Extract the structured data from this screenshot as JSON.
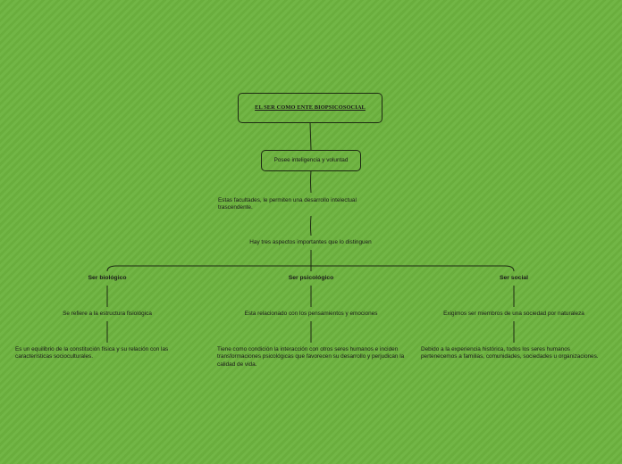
{
  "title": "EL SER COMO ENTE BIOPSICOSOCIAL",
  "subtitle_node": "Posee inteligencia y voluntad",
  "faculties_text": "Estas facultades, le permiten una desarrollo intelectual trascendente.",
  "aspects_intro": "Hay tres aspectos importantes que lo distinguen",
  "aspects": [
    {
      "name": "Ser biológico",
      "summary": "Se refiere a la estructura fisiológica",
      "detail": "Es un equilibrio de la constitución física y su relación con las características socioculturales."
    },
    {
      "name": "Ser psicológico",
      "summary": "Esta relacionado con los pensamientos y emociones",
      "detail": "Tiene como condición la interacción con otros seres humanos e inciden transformaciones psicológicas que favorecen su desarrollo y perjudican la calidad de vida."
    },
    {
      "name": "Ser social",
      "summary": "Exigimos ser miembros de una sociedad por naturaleza",
      "detail": "Debido a la experiencia histórica, todos los seres humanos pertenecemos a familias, comunidades, sociedades u organizaciones."
    }
  ],
  "colors": {
    "background": "#6db33f",
    "line": "#1d2a12",
    "text": "#1a1a1a"
  }
}
